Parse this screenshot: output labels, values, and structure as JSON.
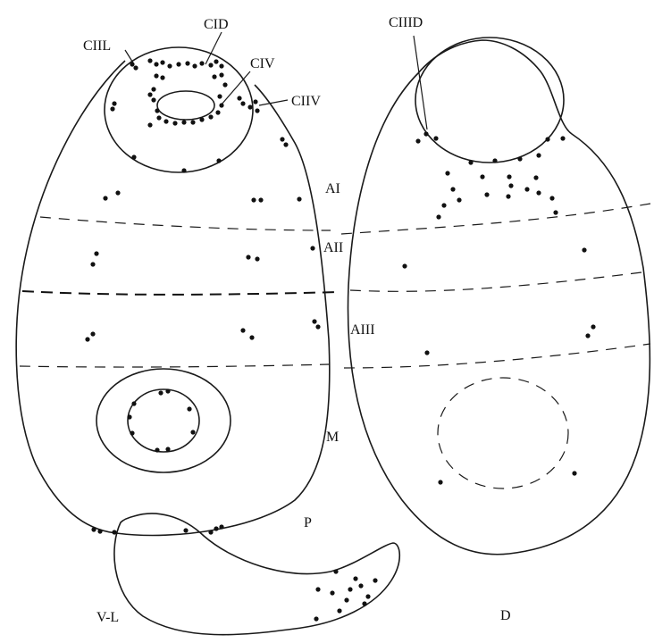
{
  "labels": {
    "ciil": "CIIL",
    "cid": "CID",
    "civ": "CIV",
    "ciiv": "CIIV",
    "ciiid": "CIIID",
    "ai": "AI",
    "aii": "AII",
    "aiii": "AIII",
    "m": "M",
    "p": "P",
    "vl": "V-L",
    "d": "D"
  }
}
